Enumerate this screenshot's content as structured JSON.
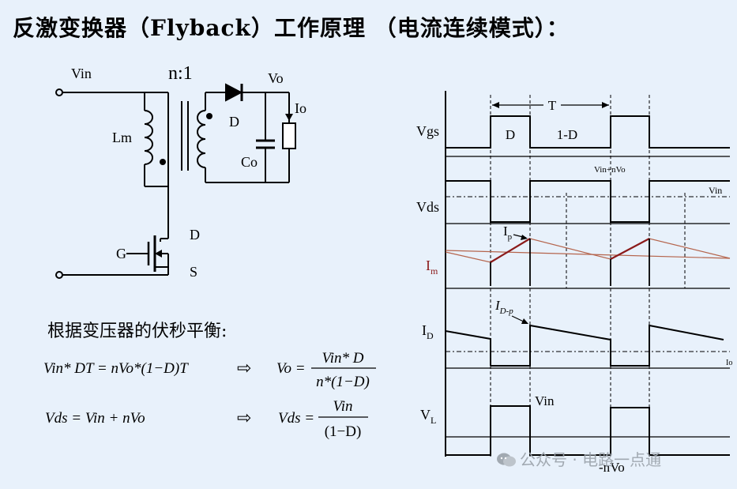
{
  "title": "反激变换器（Flyback）工作原理 （电流连续模式）：",
  "circuit": {
    "vin_label": "Vin",
    "turns_ratio": "n:1",
    "vo_label": "Vo",
    "diode_label": "D",
    "io_label": "Io",
    "lm_label": "Lm",
    "co_label": "Co",
    "drain_label": "D",
    "gate_label": "G",
    "source_label": "S"
  },
  "balance": {
    "heading": "根据变压器的伏秒平衡:",
    "eq1_left": "Vin* DT = nVo*(1−D)T",
    "eq1_lhs": "Vo =",
    "eq1_num": "Vin* D",
    "eq1_den": "n*(1−D)",
    "eq2_left": "Vds = Vin + nVo",
    "eq2_lhs": "Vds =",
    "eq2_num": "Vin",
    "eq2_den": "(1−D)",
    "implies": "⇨"
  },
  "waveforms": {
    "period_label": "T",
    "vgs": {
      "label": "Vgs",
      "d_label": "D",
      "off_label": "1-D"
    },
    "vds": {
      "label": "Vds",
      "high_label": "Vin+nVo",
      "mid_label": "Vin"
    },
    "im": {
      "label": "I",
      "sub": "m",
      "peak_label": "I",
      "peak_sub": "p",
      "color": "#8b1a1a",
      "trend_color": "#b5654d"
    },
    "id": {
      "label": "I",
      "sub": "D",
      "peak_label": "I",
      "peak_sub": "D-p",
      "avg_label": "Io"
    },
    "vl": {
      "label": "V",
      "sub": "L",
      "high_label": "Vin",
      "low_label": "-nVo"
    }
  },
  "watermark": {
    "text": "公众号 · 电路一点通",
    "icon": "wechat-icon"
  }
}
